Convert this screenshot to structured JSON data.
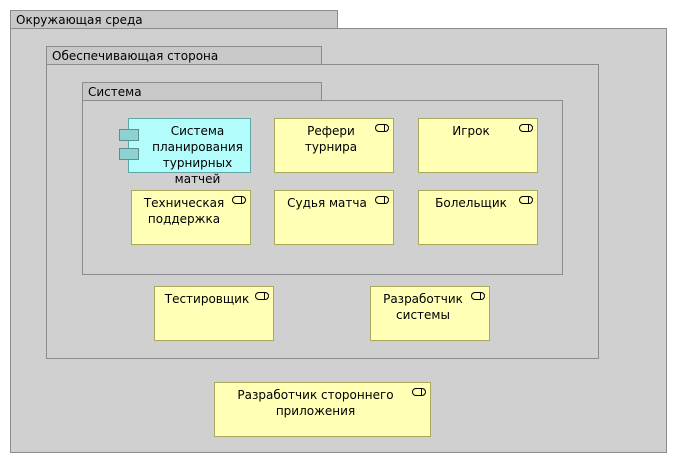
{
  "groups": {
    "environment": "Окружающая среда",
    "supporting_side": "Обеспечивающая сторона",
    "system": "Система"
  },
  "elements": {
    "planning_system": "Система планирования турнирных матчей",
    "tournament_referee": "Рефери турнира",
    "player": "Игрок",
    "tech_support": "Техническая поддержка",
    "match_judge": "Судья матча",
    "fan": "Болельщик",
    "tester": "Тестировщик",
    "system_developer": "Разработчик системы",
    "third_party_developer": "Разработчик стороннего приложения"
  },
  "colors": {
    "group_fill": "#cfd0cf",
    "tab_fill": "#c8c8c8",
    "actor_fill": "#ffffb5",
    "component_fill": "#b3fcfc"
  }
}
